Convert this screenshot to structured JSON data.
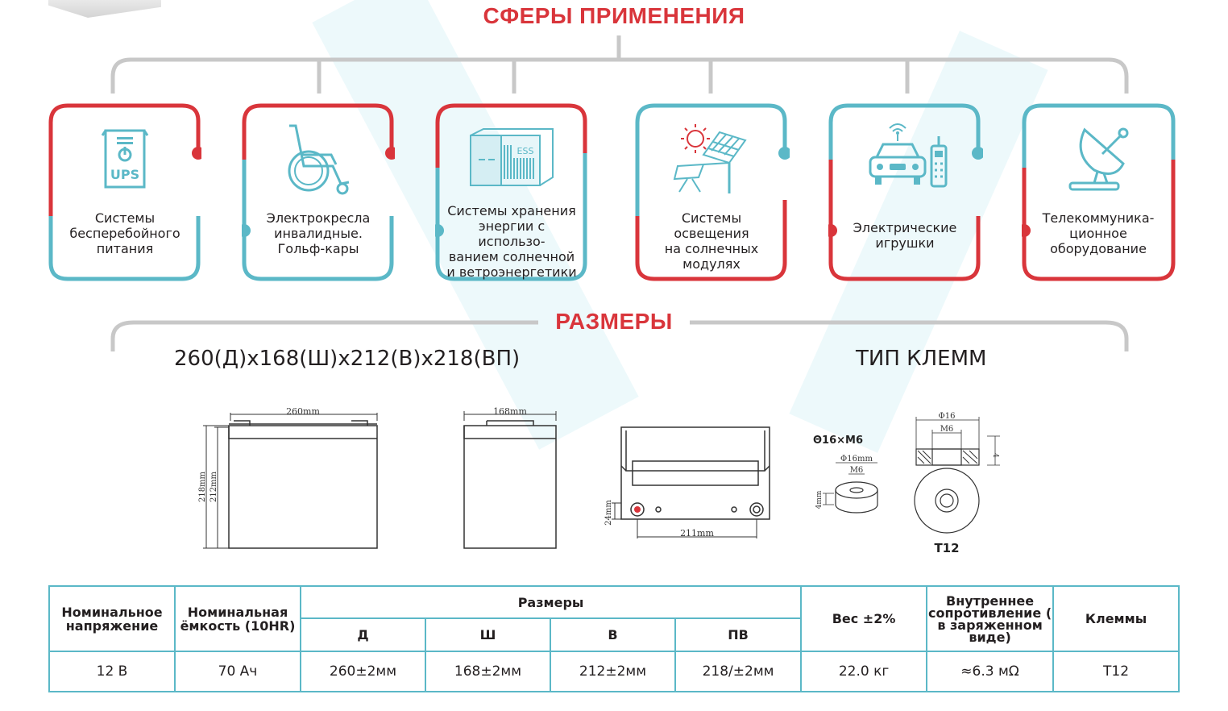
{
  "applications": {
    "title": "СФЕРЫ ПРИМЕНЕНИЯ",
    "cards": [
      {
        "icon": "ups-icon",
        "icon_text": "UPS",
        "label_lines": [
          "Системы",
          "бесперебойного",
          "питания"
        ]
      },
      {
        "icon": "wheelchair-icon",
        "label_lines": [
          "Электрокресла",
          "инвалидные.",
          "Гольф-кары"
        ]
      },
      {
        "icon": "ess-container-icon",
        "icon_text": "ESS",
        "label_lines": [
          "Системы хранения",
          "энергии с использо-",
          "ванием солнечной",
          "и ветроэнергетики"
        ]
      },
      {
        "icon": "solar-panel-icon",
        "label_lines": [
          "Системы освещения",
          "на солнечных",
          "модулях"
        ]
      },
      {
        "icon": "toy-car-remote-icon",
        "label_lines": [
          "Электрические",
          "игрушки"
        ]
      },
      {
        "icon": "satellite-dish-icon",
        "label_lines": [
          "Телекоммуника-",
          "ционное",
          "оборудование"
        ]
      }
    ]
  },
  "dimensions": {
    "title": "РАЗМЕРЫ",
    "size_text": "260(Д)x168(Ш)x212(В)x218(ВП)",
    "terminal_type_title": "ТИП КЛЕММ",
    "front_drawing": {
      "length_label": "260mm",
      "height_total_label": "218mm",
      "height_label": "212mm"
    },
    "side_drawing": {
      "width_label": "168mm"
    },
    "top_drawing": {
      "terminal_height_label": "24mm",
      "terminal_spacing_label": "211mm"
    },
    "terminal_small": {
      "title": "Θ16×M6",
      "diameter_label": "Φ16mm",
      "thread_label": "M6",
      "height_label": "4mm"
    },
    "terminal_large": {
      "diameter_label": "Φ16",
      "thread_label": "M6",
      "height_label": "4",
      "name": "T12"
    }
  },
  "colors": {
    "red": "#d9353b",
    "teal": "#5bb8c7",
    "grey": "#c8c8c8"
  },
  "table": {
    "headers": {
      "voltage": "Номинальное напряжение",
      "capacity": "Номинальная ёмкость (10HR)",
      "dimensions": "Размеры",
      "dim_l": "Д",
      "dim_w": "Ш",
      "dim_h": "В",
      "dim_th": "ПВ",
      "weight": "Вес ±2%",
      "resistance": "Внутреннее сопротивление ( в заряженном виде)",
      "terminals": "Клеммы"
    },
    "row": {
      "voltage": "12 В",
      "capacity": "70 Ач",
      "dim_l": "260±2мм",
      "dim_w": "168±2мм",
      "dim_h": "212±2мм",
      "dim_th": "218/±2мм",
      "weight": "22.0  кг",
      "resistance": "≈6.3 мΩ",
      "terminals": "T12"
    }
  }
}
